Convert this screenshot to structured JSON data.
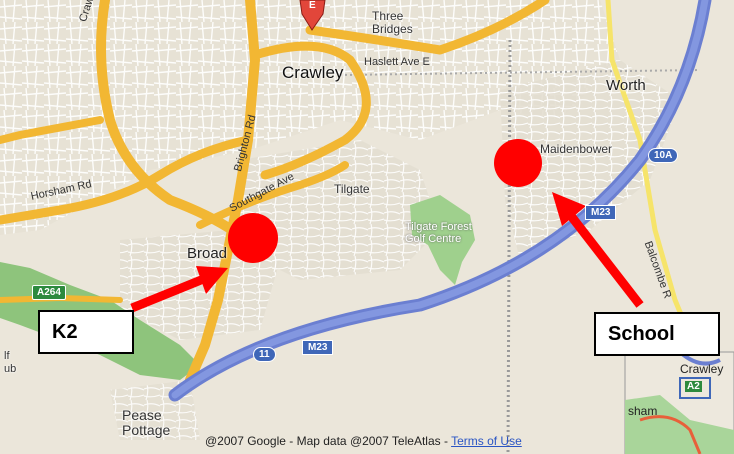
{
  "map": {
    "places": {
      "crawley": "Crawley",
      "three_bridges": "Three\nBridges",
      "worth": "Worth",
      "maidenbower": "Maidenbower",
      "tilgate": "Tilgate",
      "tilgate_forest": "Tilgate Forest\nGolf Centre",
      "broadfield": "Broad",
      "pease_pottage": "Pease\nPottage",
      "left_partial": "lf\nub"
    },
    "roads": {
      "crawley_ave": "Crawley Ave",
      "haslett_ave": "Haslett Ave E",
      "brighton_rd": "Brighton Rd",
      "southgate_ave": "Southgate Ave",
      "horsham_rd": "Horsham Rd",
      "balcombe_rd": "Balcombe R",
      "a264": "A264",
      "m23_main": "M23",
      "m23_upper": "M23",
      "junction_11": "11",
      "junction_10a": "10A",
      "marker_letter": "E"
    },
    "copyright": "@2007 Google - Map data @2007 TeleAtlas - ",
    "terms_link": "Terms of Use",
    "minimap": {
      "crawley": "Crawley",
      "a264": "A2",
      "horsham": "sham"
    },
    "colors": {
      "land": "#e9e4d8",
      "major_road": "#f2b733",
      "motorway": "#6b7fd1",
      "green": "#9fd08d",
      "marker": "#ff0000"
    }
  },
  "annotations": {
    "k2_label": "K2",
    "school_label": "School"
  }
}
